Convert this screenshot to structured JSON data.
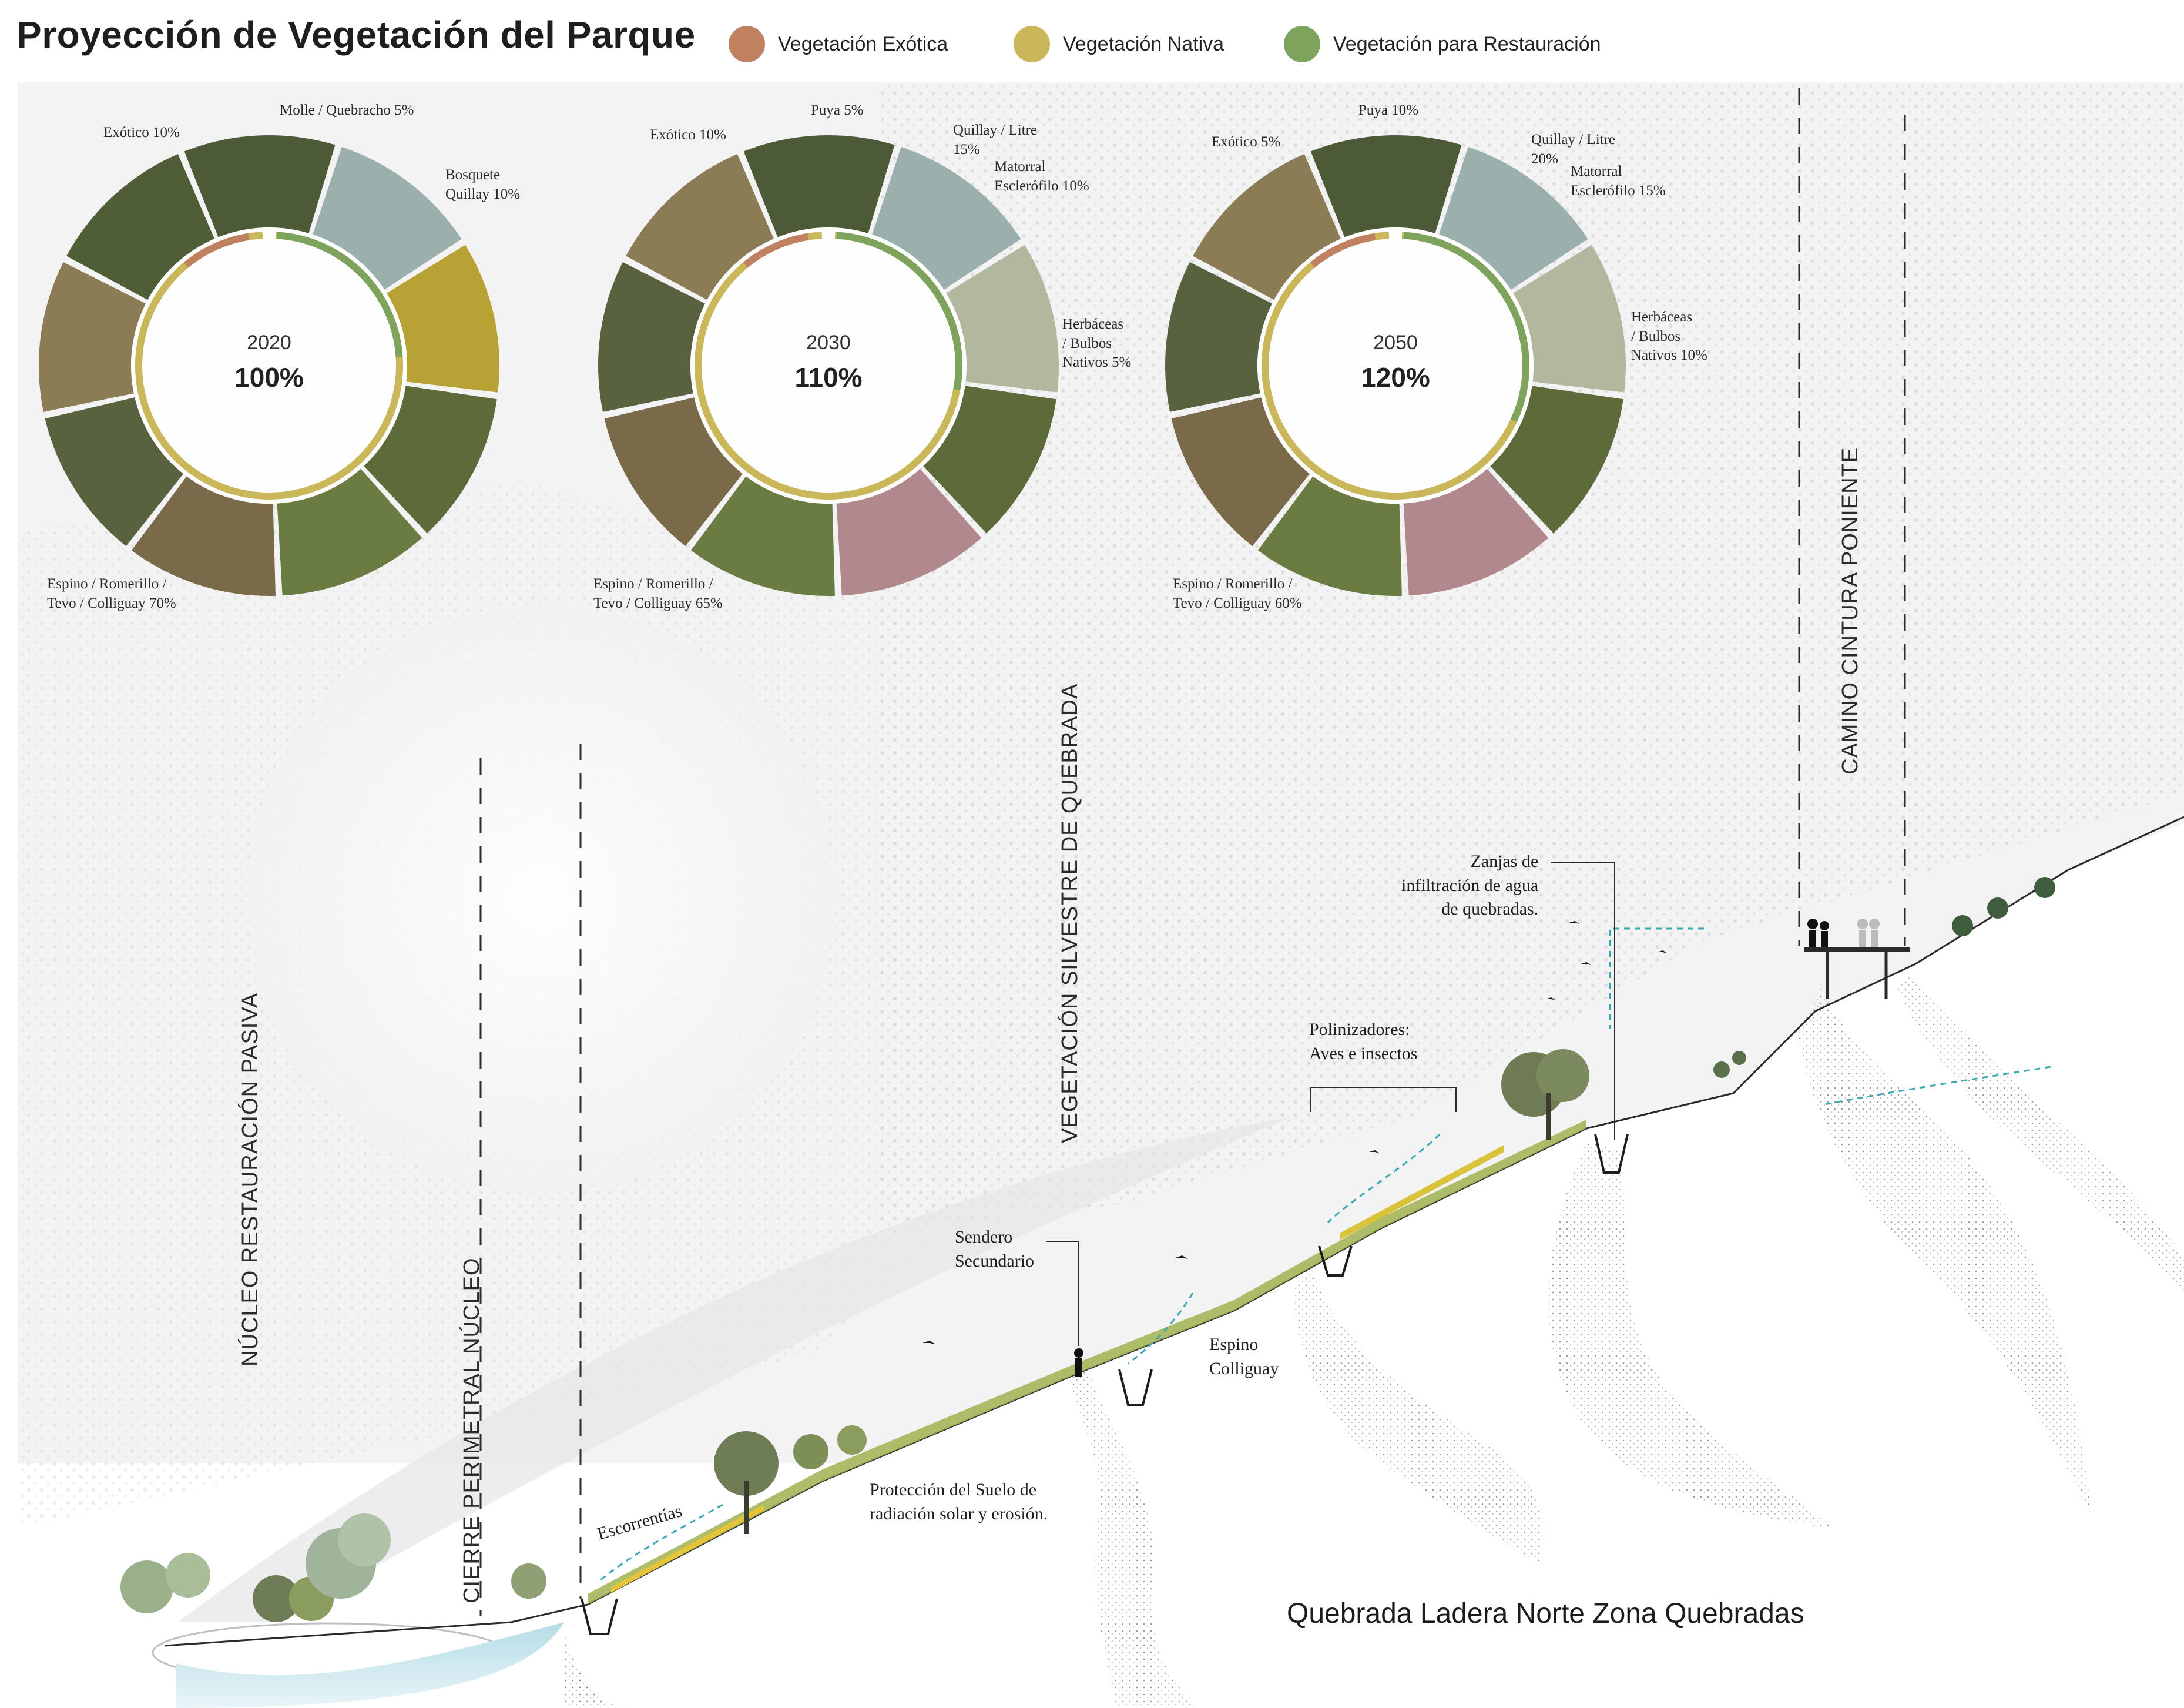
{
  "title": "Proyección de Vegetación del Parque",
  "legend": [
    {
      "label": "Vegetación Exótica",
      "color": "#c08160"
    },
    {
      "label": "Vegetación Nativa",
      "color": "#c9b75a"
    },
    {
      "label": "Vegetación para Restauración",
      "color": "#7da35d"
    }
  ],
  "donuts": [
    {
      "year": "2020",
      "percent": "100%",
      "labels": {
        "exotico": "Exótico 10%",
        "a": "Molle / Quebracho 5%",
        "b": "Bosquete\nQuillay 10%",
        "espino": "Espino / Romerillo /\nTevo / Colliguay 70%"
      }
    },
    {
      "year": "2030",
      "percent": "110%",
      "labels": {
        "exotico": "Exótico 10%",
        "a": "Puya 5%",
        "b": "Quillay / Litre\n15%",
        "c": "Matorral\nEsclerófilo 10%",
        "d": "Herbáceas\n/ Bulbos\nNativos 5%",
        "espino": "Espino / Romerillo /\nTevo / Colliguay 65%"
      }
    },
    {
      "year": "2050",
      "percent": "120%",
      "labels": {
        "exotico": "Exótico 5%",
        "a": "Puya 10%",
        "b": "Quillay / Litre\n20%",
        "c": "Matorral\nEsclerófilo 15%",
        "d": "Herbáceas\n/ Bulbos\nNativos 10%",
        "espino": "Espino / Romerillo /\nTevo / Colliguay 60%"
      }
    }
  ],
  "zones": {
    "nucleo": "NÚCLEO RESTAURACIÓN PASIVA",
    "cierre": "CIERRE PERIMETRAL NÚCLEO",
    "silvestre": "VEGETACIÓN SILVESTRE DE QUEBRADA",
    "camino": "CAMINO CINTURA PONIENTE"
  },
  "annotations": {
    "zanjas": "Zanjas de\ninfiltración de agua\nde quebradas.",
    "polinizadores": "Polinizadores:\nAves e insectos",
    "sendero": "Sendero\nSecundario",
    "espino": "Espino\nColliguay",
    "proteccion": "Protección del Suelo de\nradiación solar y erosión.",
    "escorrentias": "Escorrentías"
  },
  "caption": "Quebrada Ladera Norte Zona Quebradas"
}
